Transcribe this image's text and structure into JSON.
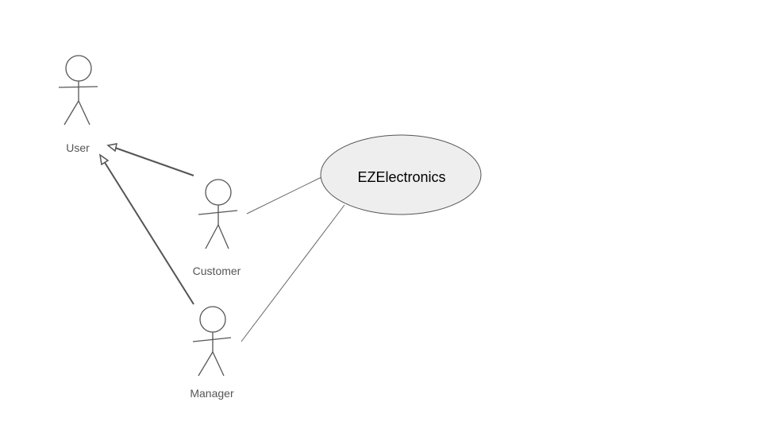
{
  "diagram": {
    "actors": {
      "user": {
        "label": "User",
        "icon": "stick-figure-icon"
      },
      "customer": {
        "label": "Customer",
        "icon": "stick-figure-icon"
      },
      "manager": {
        "label": "Manager",
        "icon": "stick-figure-icon"
      }
    },
    "use_case": {
      "label": "EZElectronics"
    },
    "relations": [
      {
        "type": "generalization",
        "from": "Customer",
        "to": "User"
      },
      {
        "type": "generalization",
        "from": "Manager",
        "to": "User"
      },
      {
        "type": "association",
        "from": "Customer",
        "to": "EZElectronics"
      },
      {
        "type": "association",
        "from": "Manager",
        "to": "EZElectronics"
      }
    ],
    "colors": {
      "stroke": "#555555",
      "association_line": "#666666",
      "use_case_fill": "#eeeeee",
      "use_case_stroke": "#555555",
      "background": "#ffffff"
    }
  }
}
